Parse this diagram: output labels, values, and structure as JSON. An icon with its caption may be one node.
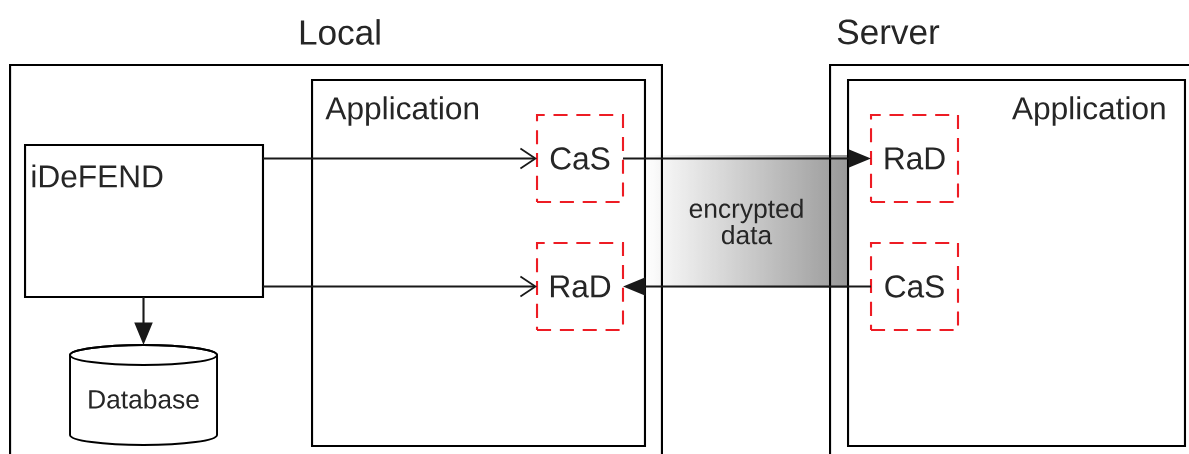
{
  "diagram": {
    "nodes": [
      {
        "text": [
          "Local"
        ]
      },
      {
        "text": [
          "Application"
        ],
        "in": 0
      },
      {
        "text": [
          "iDeFEND"
        ],
        "in": 0
      },
      {
        "text": [
          "CaS"
        ],
        "in": 1
      },
      {
        "text": [
          "RaD"
        ],
        "in": 1
      },
      {
        "text": [
          "Database"
        ],
        "in": 0
      },
      {
        "text": [
          "Server"
        ]
      },
      {
        "text": [
          "Application"
        ],
        "in": 6
      },
      {
        "text": [
          "RaD"
        ],
        "in": 7
      },
      {
        "text": [
          "CaS"
        ],
        "in": 7
      },
      {
        "text": [
          "encrypted data"
        ]
      }
    ],
    "edges": [
      {
        "from": 2,
        "to": 3,
        "arrow": "to"
      },
      {
        "from": 2,
        "to": 4,
        "arrow": "to"
      },
      {
        "from": 2,
        "to": 5,
        "arrow": "to"
      },
      {
        "from": 3,
        "to": 8,
        "arrow": "to"
      },
      {
        "from": 9,
        "to": 4,
        "arrow": "to"
      }
    ]
  }
}
